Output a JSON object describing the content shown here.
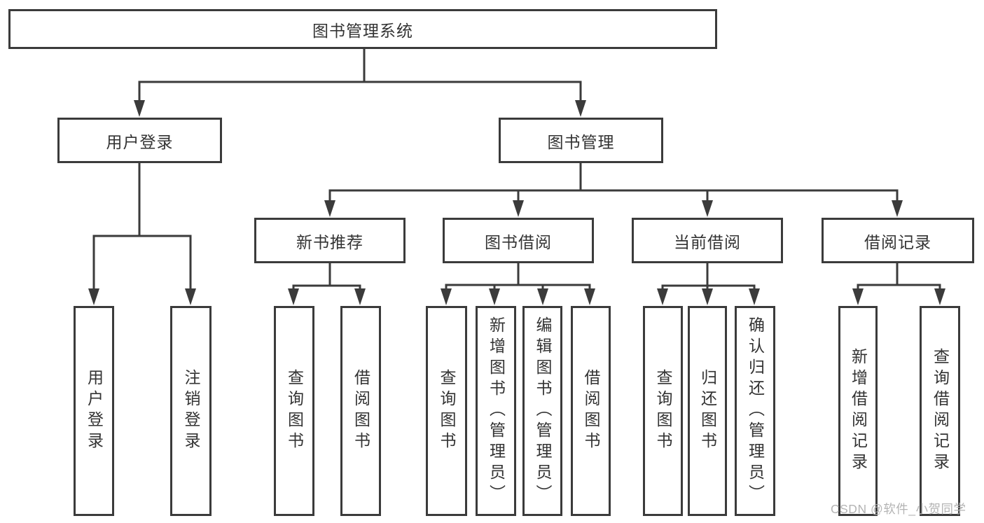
{
  "diagram": {
    "root": "图书管理系统",
    "level2": [
      "用户登录",
      "图书管理"
    ],
    "level3": [
      "新书推荐",
      "图书借阅",
      "当前借阅",
      "借阅记录"
    ],
    "leaves": {
      "user": [
        "用户登录",
        "注销登录"
      ],
      "newbook": [
        "查询图书",
        "借阅图书"
      ],
      "borrow": [
        "查询图书",
        "新增图书（管理员）",
        "编辑图书（管理员）",
        "借阅图书"
      ],
      "current": [
        "查询图书",
        "归还图书",
        "确认归还（管理员）"
      ],
      "records": [
        "新增借阅记录",
        "查询借阅记录"
      ]
    },
    "watermark": "CSDN @软件_小贺同学",
    "colors": {
      "line": "#3b3b3b",
      "text": "#333333",
      "watermark": "#b0b0b0",
      "background": "#ffffff"
    }
  }
}
